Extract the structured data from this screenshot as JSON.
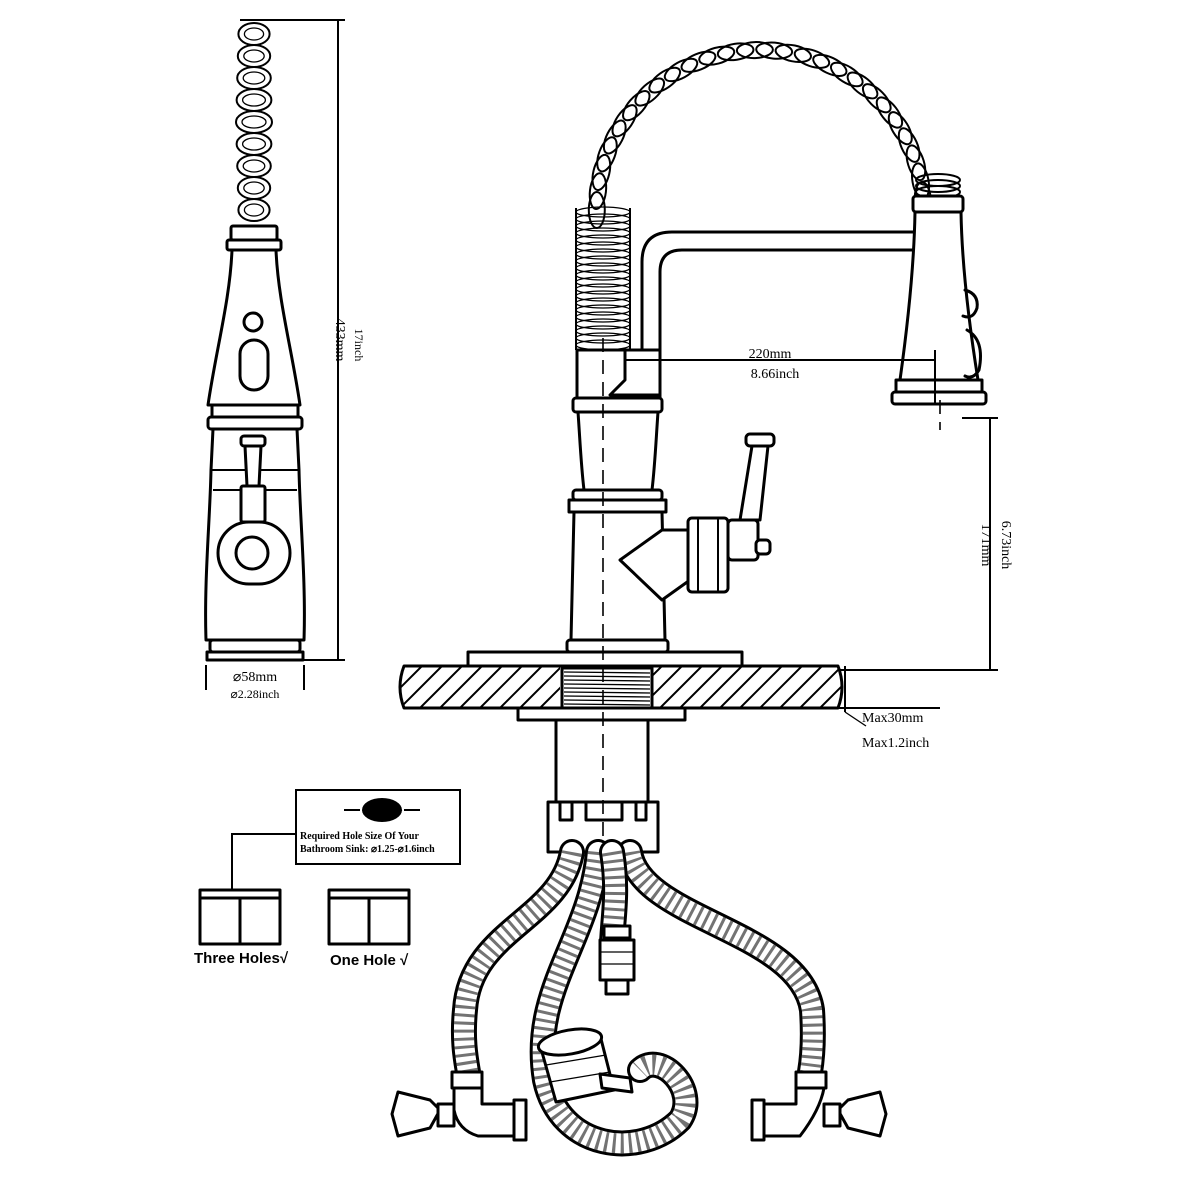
{
  "dimensions": {
    "height_mm": "433mm",
    "height_inch": "17inch",
    "base_mm": "⌀58mm",
    "base_inch": "⌀2.28inch",
    "reach_mm": "220mm",
    "reach_inch": "8.66inch",
    "spout_height_mm": "171mm",
    "spout_height_inch": "6.73inch",
    "deck_max_mm": "Max30mm",
    "deck_max_inch": "Max1.2inch"
  },
  "hole_note": {
    "line1": "Required Hole Size Of Your",
    "line2": "Bathroom Sink: ⌀1.25-⌀1.6inch"
  },
  "hole_options": [
    {
      "label": "Three Holes√",
      "holes": 3
    },
    {
      "label": "One Hole √",
      "holes": 1
    }
  ]
}
